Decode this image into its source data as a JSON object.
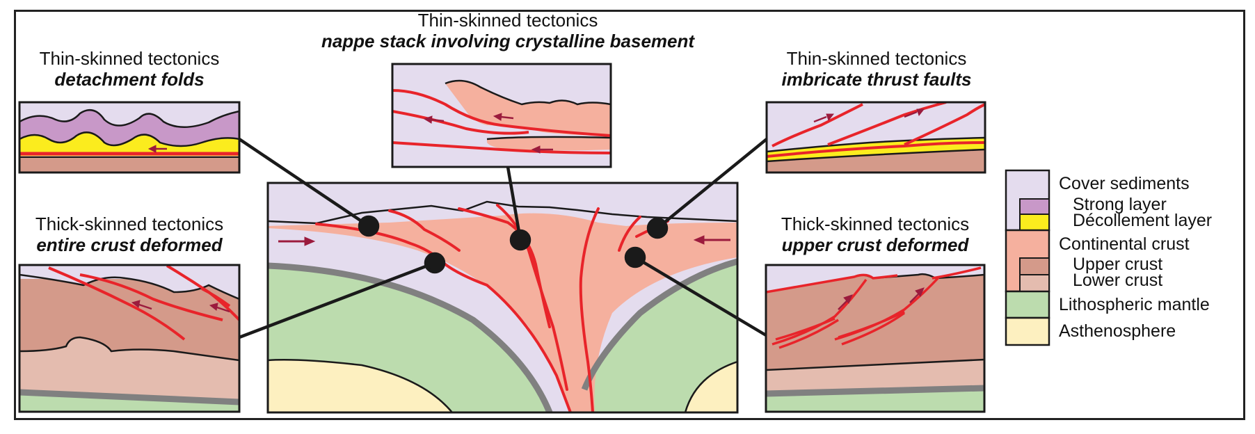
{
  "panels": {
    "top_left": {
      "line1": "Thin-skinned tectonics",
      "line2": "detachment folds"
    },
    "top_center": {
      "line1": "Thin-skinned tectonics",
      "line2": "nappe stack involving crystalline basement"
    },
    "top_right": {
      "line1": "Thin-skinned tectonics",
      "line2": "imbricate thrust faults"
    },
    "bottom_left": {
      "line1": "Thick-skinned tectonics",
      "line2": "entire crust deformed"
    },
    "bottom_right": {
      "line1": "Thick-skinned tectonics",
      "line2": "upper crust deformed"
    }
  },
  "legend": {
    "items": [
      {
        "label": "Cover sediments",
        "color": "#e4dcee"
      },
      {
        "label": "Strong layer",
        "color": "#c898c8"
      },
      {
        "label": "Décollement layer",
        "color": "#fbec1e"
      },
      {
        "label": "Continental crust",
        "color": "#f5b09e"
      },
      {
        "label": "Upper crust",
        "color": "#d49a8a"
      },
      {
        "label": "Lower crust",
        "color": "#e4bcaf"
      },
      {
        "label": "Lithospheric mantle",
        "color": "#bcdcae"
      },
      {
        "label": "Asthenosphere",
        "color": "#fdf0c0"
      }
    ]
  },
  "colors": {
    "fault": "#e8242a",
    "arrow": "#9b1b3d",
    "outline": "#1a1a1a",
    "moho": "#808080"
  }
}
